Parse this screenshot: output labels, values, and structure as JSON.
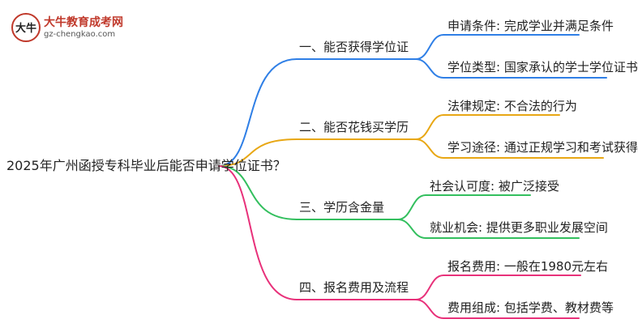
{
  "logo": {
    "title": "大牛教育成考网",
    "url": "gz-chengkao.com",
    "mark_text": "大牛"
  },
  "root": "2025年广州函授专科毕业后能否申请学位证书？",
  "branches": [
    {
      "label": "一、能否获得学位证",
      "color": "#2f7fe6",
      "leaves": [
        "申请条件: 完成学业并满足条件",
        "学位类型: 国家承认的学士学位证书"
      ]
    },
    {
      "label": "二、能否花钱买学历",
      "color": "#e8a714",
      "leaves": [
        "法律规定: 不合法的行为",
        "学习途径: 通过正规学习和考试获得"
      ]
    },
    {
      "label": "三、学历含金量",
      "color": "#33bf5e",
      "leaves": [
        "社会认可度: 被广泛接受",
        "就业机会: 提供更多职业发展空间"
      ]
    },
    {
      "label": "四、报名费用及流程",
      "color": "#e8317a",
      "leaves": [
        "报名费用: 一般在1980元左右",
        "费用组成: 包括学费、教材费等"
      ]
    }
  ]
}
